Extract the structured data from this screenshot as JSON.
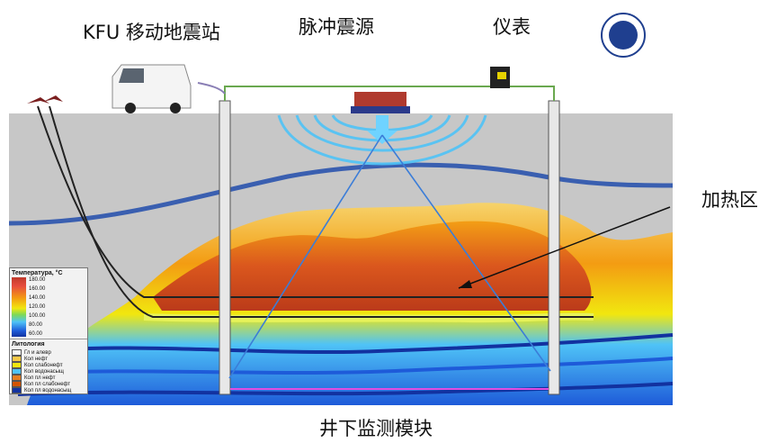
{
  "labels": {
    "station": "KFU 移动地震站",
    "source": "脉冲震源",
    "instrument": "仪表",
    "heated_zone": "加热区",
    "downhole": "井下监测模块"
  },
  "legend": {
    "temperature_title": "Температура, °С",
    "scale_ticks": [
      "180.00",
      "160.00",
      "140.00",
      "120.00",
      "100.00",
      "80.00",
      "60.00"
    ],
    "lithology_title": "Литология",
    "lithology_items": [
      {
        "label": "Гл и алевр",
        "color": "#f5f5f5"
      },
      {
        "label": "Кол нефт",
        "color": "#f7c948"
      },
      {
        "label": "Кол слабонефт",
        "color": "#f1e70f"
      },
      {
        "label": "Кол водонасыщ",
        "color": "#4fc3f7"
      },
      {
        "label": "Кол пл нефт",
        "color": "#e67e22"
      },
      {
        "label": "Кол пл слабонефт",
        "color": "#d35400"
      },
      {
        "label": "Кол пл водонасыщ",
        "color": "#1232a0"
      }
    ]
  },
  "colors": {
    "ground": "#c7c7c7",
    "beam": "#4fc3f7",
    "arrow": "#111111",
    "downhole_line": "#e04de0"
  }
}
